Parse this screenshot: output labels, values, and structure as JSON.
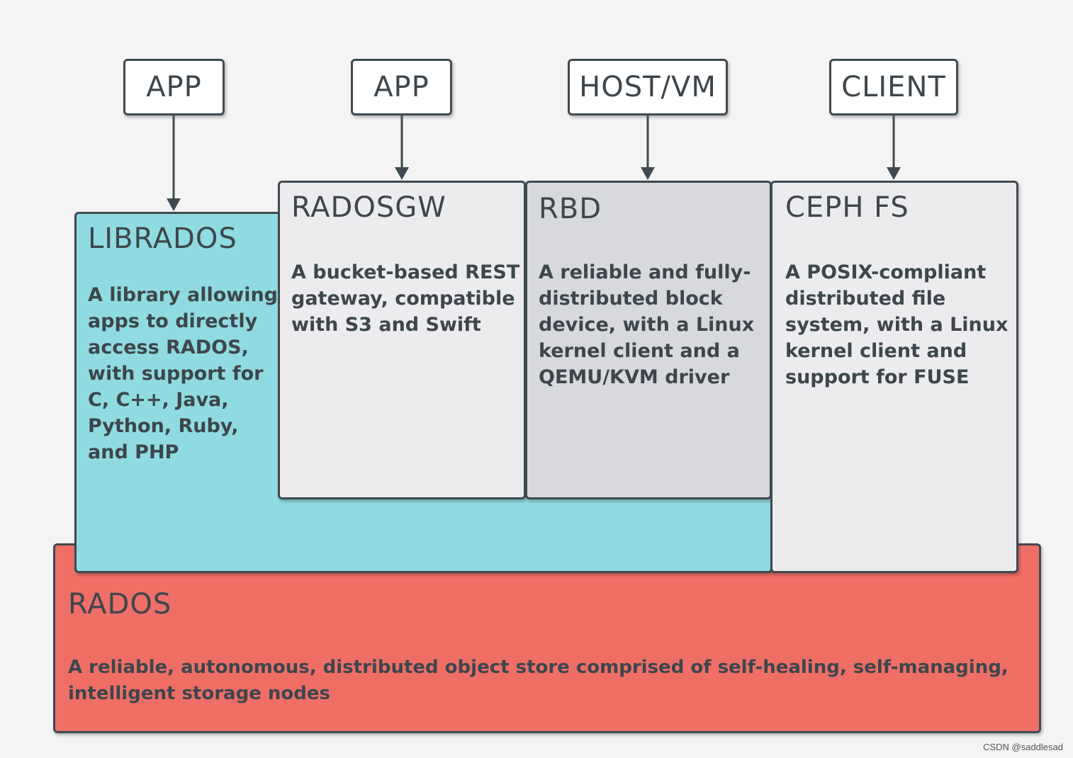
{
  "clients": {
    "app1": "APP",
    "app2": "APP",
    "host_vm": "HOST/VM",
    "client": "CLIENT"
  },
  "librados": {
    "title": "LIBRADOS",
    "desc_lines": [
      "A library allowing",
      "apps to directly",
      "access RADOS,",
      "with support for",
      "C, C++, Java,",
      "Python, Ruby,",
      "and PHP"
    ]
  },
  "radosgw": {
    "title": "RADOSGW",
    "desc_lines": [
      "A bucket-based REST",
      "gateway, compatible",
      "with S3 and Swift"
    ]
  },
  "rbd": {
    "title": "RBD",
    "desc_lines": [
      "A reliable and fully-",
      "distributed block",
      "device, with a Linux",
      "kernel client and a",
      "QEMU/KVM driver"
    ]
  },
  "cephfs": {
    "title": "CEPH FS",
    "desc_lines": [
      "A POSIX-compliant",
      "distributed file",
      "system, with a Linux",
      "kernel client and",
      "support for FUSE"
    ]
  },
  "rados": {
    "title": "RADOS",
    "desc_lines": [
      "A reliable, autonomous, distributed object store comprised of self-healing, self-managing,",
      "intelligent storage nodes"
    ]
  },
  "colors": {
    "rados": "#ef6f67",
    "librados": "#90dbe2",
    "radosgw": "#ececee",
    "rbd": "#d7d9dc",
    "cephfs": "#ececee",
    "border": "#3f4a50"
  },
  "watermark": "CSDN @saddlesad"
}
